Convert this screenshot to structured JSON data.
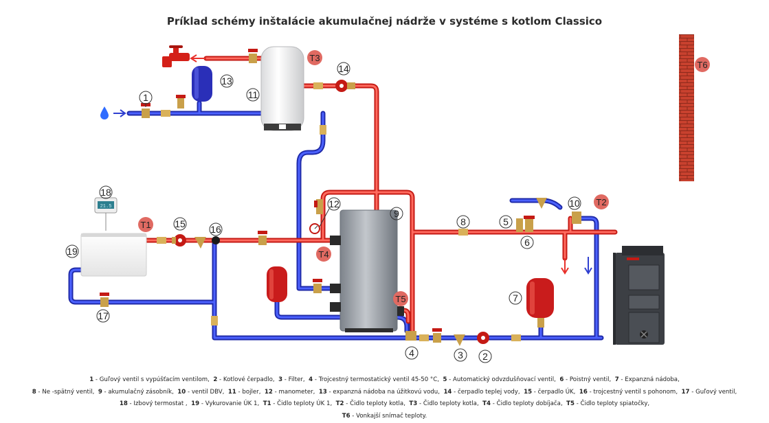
{
  "title": "Príklad schémy inštalácie akumulačnej nádrže v systéme s kotlom Classico",
  "components": [
    {
      "id": "1",
      "label": "Guľový ventil s vypúšťacím ventilom"
    },
    {
      "id": "2",
      "label": "Kotlové čerpadlo"
    },
    {
      "id": "3",
      "label": "Filter"
    },
    {
      "id": "4",
      "label": "Trojcestný termostatický ventil 45-50 °C"
    },
    {
      "id": "5",
      "label": "Automatický odvzdušňovací ventil"
    },
    {
      "id": "6",
      "label": "Poistný ventil"
    },
    {
      "id": "7",
      "label": "Expanzná nádoba"
    },
    {
      "id": "8",
      "label": "Ne -spätný ventil"
    },
    {
      "id": "9",
      "label": "akumulačný zásobník"
    },
    {
      "id": "10",
      "label": "ventil DBV"
    },
    {
      "id": "11",
      "label": "bojler"
    },
    {
      "id": "12",
      "label": "manometer"
    },
    {
      "id": "13",
      "label": "expanzná nádoba na úžitkovú vodu"
    },
    {
      "id": "14",
      "label": "čerpadlo teplej vody"
    },
    {
      "id": "15",
      "label": "čerpadlo ÚK"
    },
    {
      "id": "16",
      "label": "trojcestný ventil s pohonom"
    },
    {
      "id": "17",
      "label": "Guľový ventil"
    },
    {
      "id": "18",
      "label": "Izbový termostat"
    },
    {
      "id": "19",
      "label": "Vykurovanie ÚK 1"
    }
  ],
  "sensors": [
    {
      "id": "T1",
      "label": "Čidlo teploty ÚK 1"
    },
    {
      "id": "T2",
      "label": "Čidlo teploty kotla"
    },
    {
      "id": "T3",
      "label": "Čidlo teploty kotla"
    },
    {
      "id": "T4",
      "label": "Čidlo teploty dobíjača"
    },
    {
      "id": "T5",
      "label": "Čidlo teploty spiatočky"
    },
    {
      "id": "T6",
      "label": "Vonkajší snímač teploty."
    }
  ],
  "thermostat_display": "21.5",
  "colors": {
    "hot_pipe": "#e8302a",
    "cold_pipe": "#2f3fd0",
    "sensor_badge": "#e06a62",
    "expansion_red": "#c91c1c",
    "expansion_blue": "#2a2fb8",
    "wall_brick": "#c8412e",
    "tank_grey": "#9aa0a8",
    "boiler_dark": "#3c3f44"
  }
}
